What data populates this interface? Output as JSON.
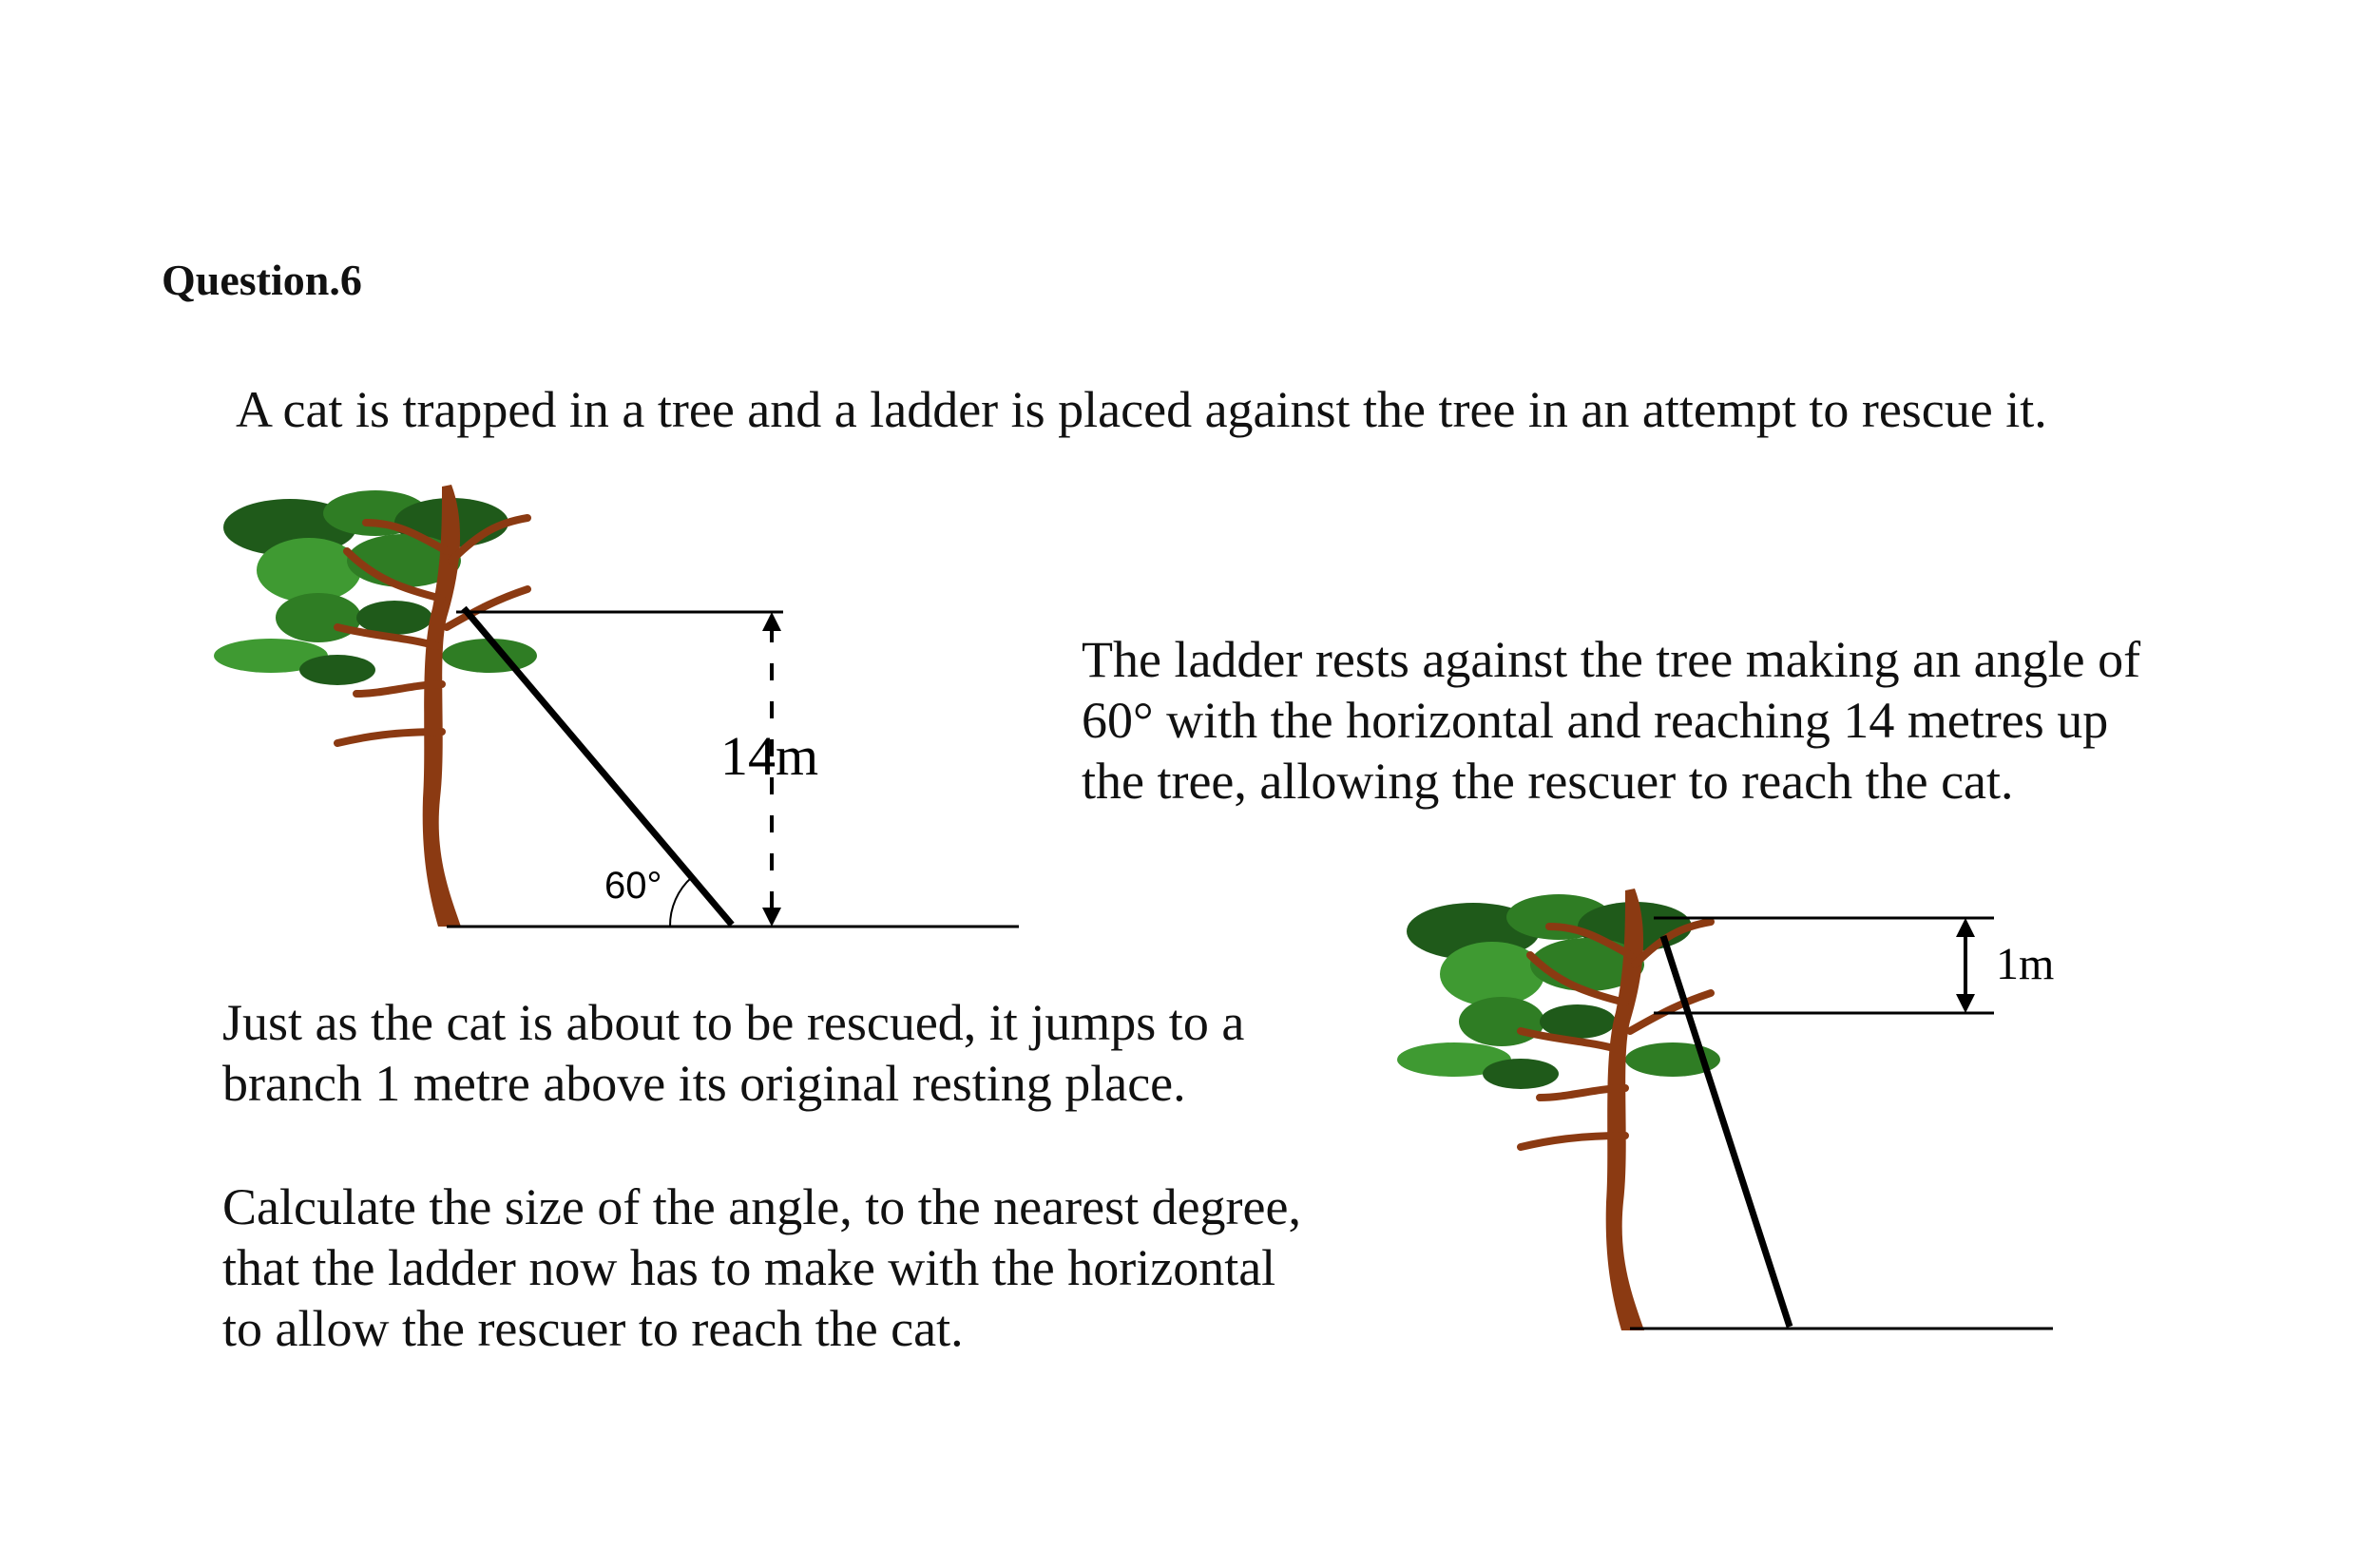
{
  "question": {
    "heading": "Question.6",
    "intro": "A cat is trapped in a tree and a ladder is placed against the tree in an attempt to rescue it.",
    "para1_lines": [
      "The ladder rests against the tree making an angle of",
      "60° with the horizontal and reaching 14 metres up",
      "the tree, allowing the rescuer to reach the cat."
    ],
    "para2_lines": [
      "Just as the cat is about to be rescued, it jumps to a",
      "branch 1 metre above its original resting place."
    ],
    "para3_lines": [
      "Calculate the size of the angle, to the nearest degree,",
      "that the ladder now has to make with the horizontal",
      "to allow the rescuer to reach the cat."
    ]
  },
  "diagram1": {
    "height_label": "14m",
    "angle_label": "60°"
  },
  "diagram2": {
    "extra_height_label": "1m"
  },
  "colors": {
    "trunk": "#8B3A12",
    "trunk_dark": "#6e2a0b",
    "foliage_dark": "#1f5a1a",
    "foliage_mid": "#2f7d24",
    "foliage_light": "#3f9a32",
    "ink": "#000000"
  }
}
